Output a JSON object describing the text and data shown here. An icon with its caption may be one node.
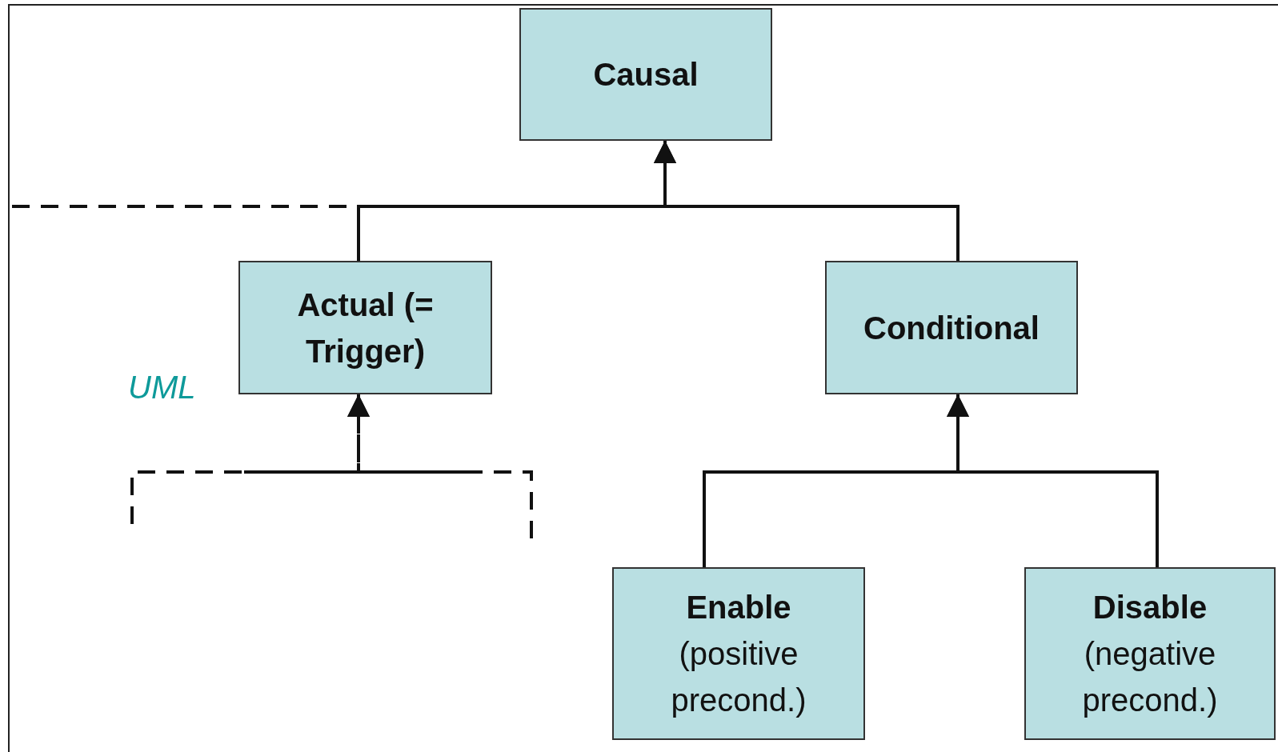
{
  "diagram": {
    "nodes": [
      {
        "text": [
          "Causal"
        ]
      },
      {
        "text": [
          "Actual (= Trigger)"
        ]
      },
      {
        "text": [
          "Conditional"
        ]
      },
      {
        "text": [
          "Enable",
          "(positive precond.)"
        ]
      },
      {
        "text": [
          "Disable",
          "(negative precond.)"
        ]
      }
    ],
    "edges": [
      {
        "from": 1,
        "to": 0,
        "arrow": "to"
      },
      {
        "from": 2,
        "to": 0,
        "arrow": "to"
      },
      {
        "from": null,
        "to": 0,
        "arrow": "to",
        "style": "dashed"
      },
      {
        "from": 3,
        "to": 2,
        "arrow": "to"
      },
      {
        "from": 4,
        "to": 2,
        "arrow": "to"
      },
      {
        "from": null,
        "to": 1,
        "arrow": "to",
        "style": "dashed"
      },
      {
        "from": null,
        "to": 1,
        "arrow": "to",
        "style": "dashed"
      }
    ],
    "labels": [
      "UML"
    ]
  }
}
